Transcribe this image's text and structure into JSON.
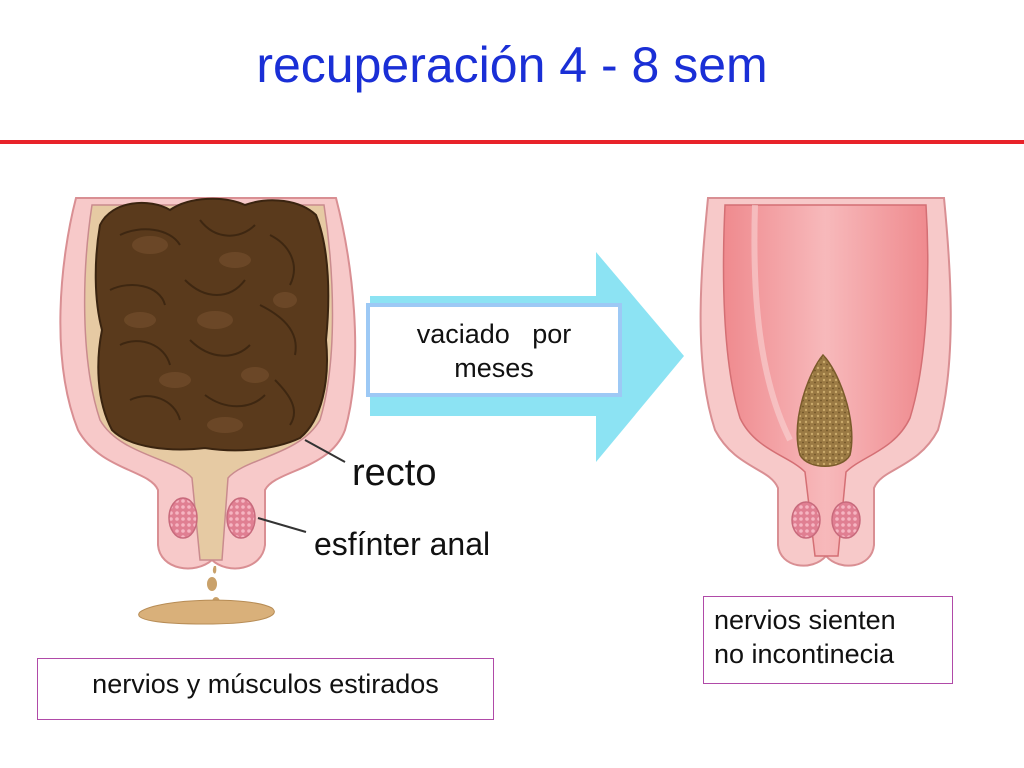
{
  "title": "recuperación 4 - 8 sem",
  "arrow_box": {
    "line1": "vaciado   por",
    "line2": "meses"
  },
  "labels": {
    "rectum": "recto",
    "sphincter": "esfínter anal"
  },
  "captions": {
    "left": "nervios y músculos estirados",
    "right_line1": "nervios sienten",
    "right_line2": "no incontinecia"
  },
  "colors": {
    "title": "#1a2fd6",
    "rule": "#e8232a",
    "arrow": "#7fe0f2",
    "stool": "#5a3a1c",
    "tissue": "#f7c9c9",
    "mucosa": "#ef8f92",
    "caption_border": "#b04aa8"
  }
}
